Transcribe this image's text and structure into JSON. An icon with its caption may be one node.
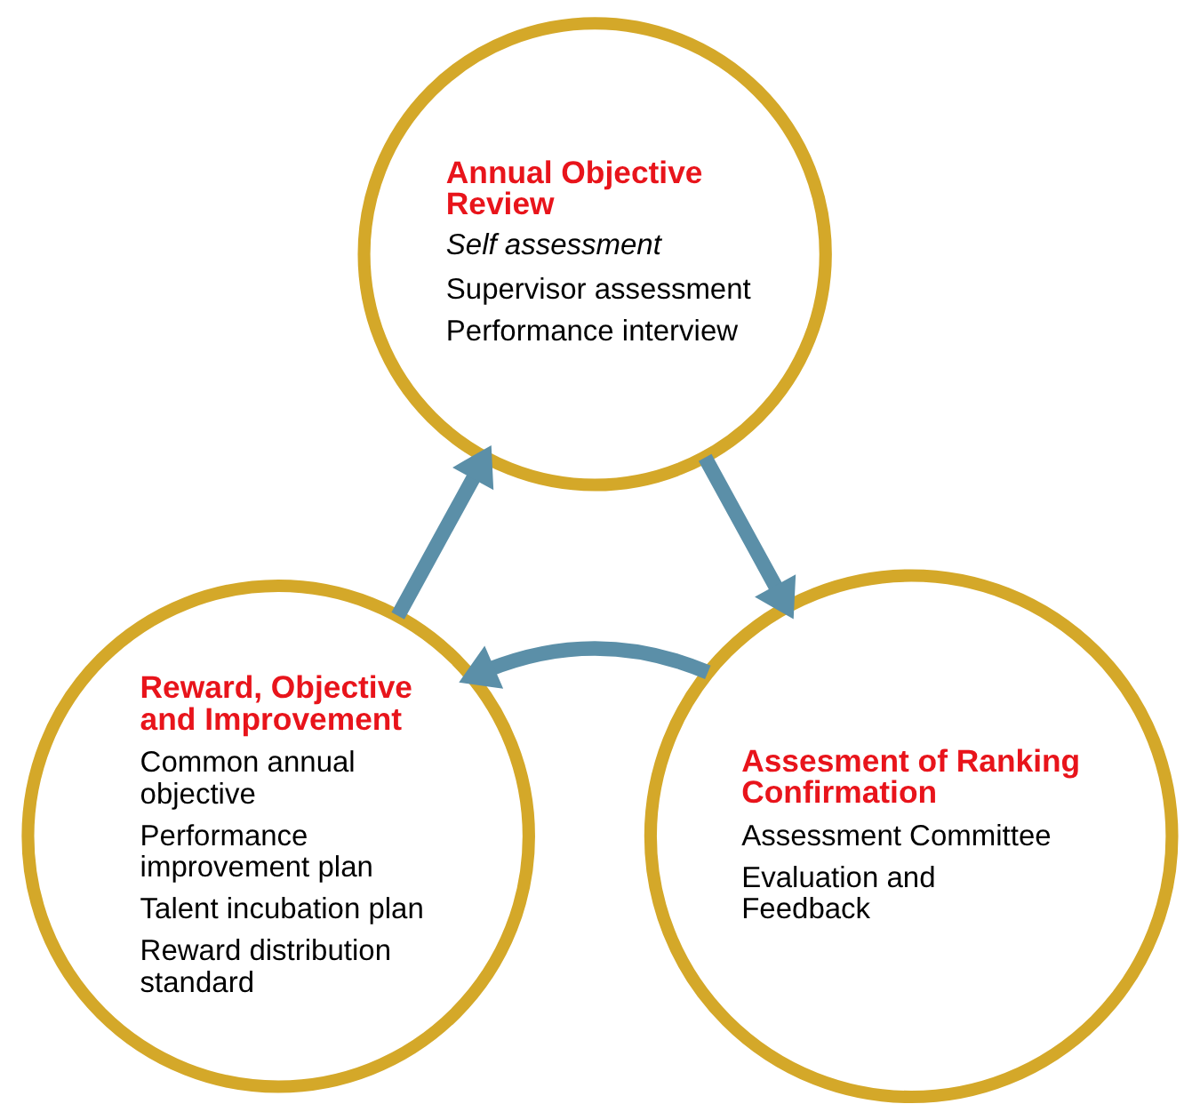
{
  "diagram": {
    "nodes": [
      {
        "text": [
          "Annual Objective Review",
          "Self assessment",
          "Supervisor assessment",
          "Performance interview"
        ]
      },
      {
        "text": [
          "Assesment of Ranking Confirmation",
          "Assessment Committee",
          "Evaluation and Feedback"
        ]
      },
      {
        "text": [
          "Reward, Objective and Improvement",
          "Common annual objective",
          "Performance improvement plan",
          "Talent incubation plan",
          "Reward distribution standard"
        ]
      }
    ],
    "edges": [
      {
        "from": 0,
        "to": 1,
        "arrow": "to"
      },
      {
        "from": 1,
        "to": 2,
        "arrow": "to"
      },
      {
        "from": 2,
        "to": 0,
        "arrow": "to"
      }
    ]
  }
}
